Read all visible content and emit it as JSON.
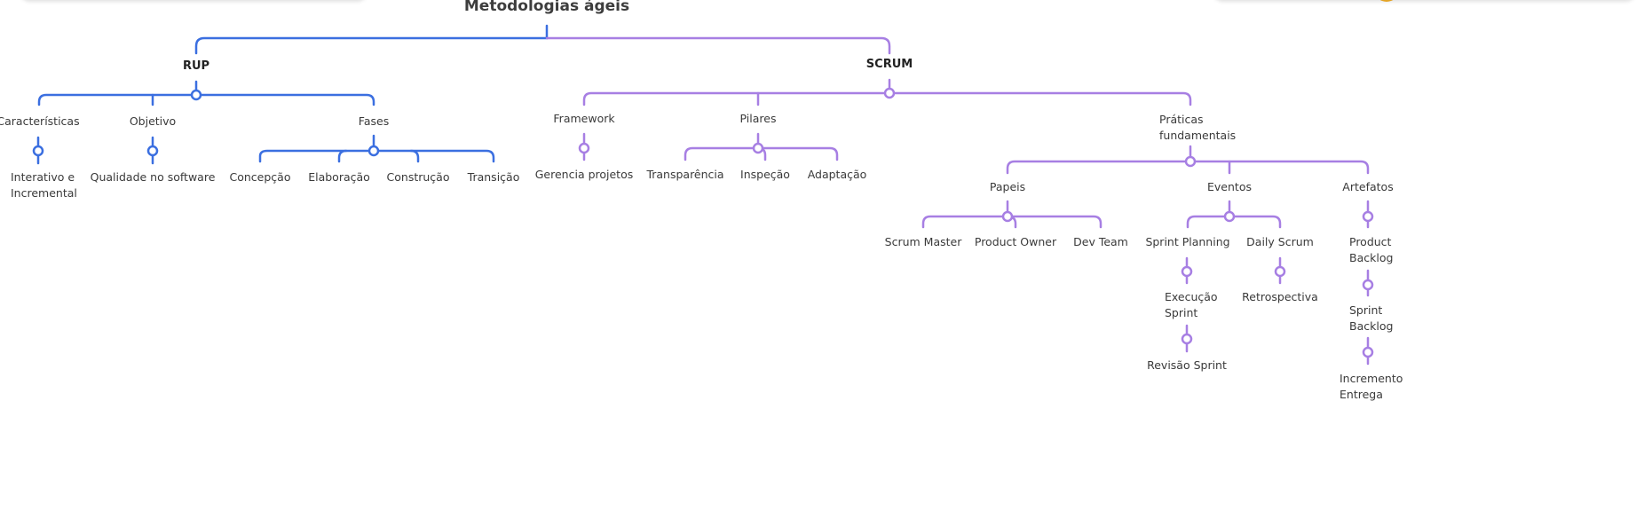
{
  "root": {
    "label": "Metodologias ágeis"
  },
  "rup": {
    "label": "RUP",
    "caracteristicas": {
      "label": "Características",
      "child": "Interativo e Incremental"
    },
    "objetivo": {
      "label": "Objetivo",
      "child": "Qualidade no software"
    },
    "fases": {
      "label": "Fases",
      "children": [
        "Concepção",
        "Elaboração",
        "Construção",
        "Transição"
      ]
    }
  },
  "scrum": {
    "label": "SCRUM",
    "framework": {
      "label": "Framework",
      "child": "Gerencia projetos"
    },
    "pilares": {
      "label": "Pilares",
      "children": [
        "Transparência",
        "Inspeção",
        "Adaptação"
      ]
    },
    "praticas": {
      "label": "Práticas fundamentais",
      "papeis": {
        "label": "Papeis",
        "children": [
          "Scrum Master",
          "Product Owner",
          "Dev Team"
        ]
      },
      "eventos": {
        "label": "Eventos",
        "sprint_planning": "Sprint Planning",
        "execucao_sprint": "Execução Sprint",
        "revisao_sprint": "Revisão Sprint",
        "daily_scrum": "Daily Scrum",
        "retrospectiva": "Retrospectiva"
      },
      "artefatos": {
        "label": "Artefatos",
        "children": [
          "Product Backlog",
          "Sprint Backlog",
          "Incremento Entrega"
        ]
      }
    }
  },
  "colors": {
    "rup_branch": "#3b6fe0",
    "scrum_branch": "#a77fe3",
    "background": "#ffffff"
  }
}
